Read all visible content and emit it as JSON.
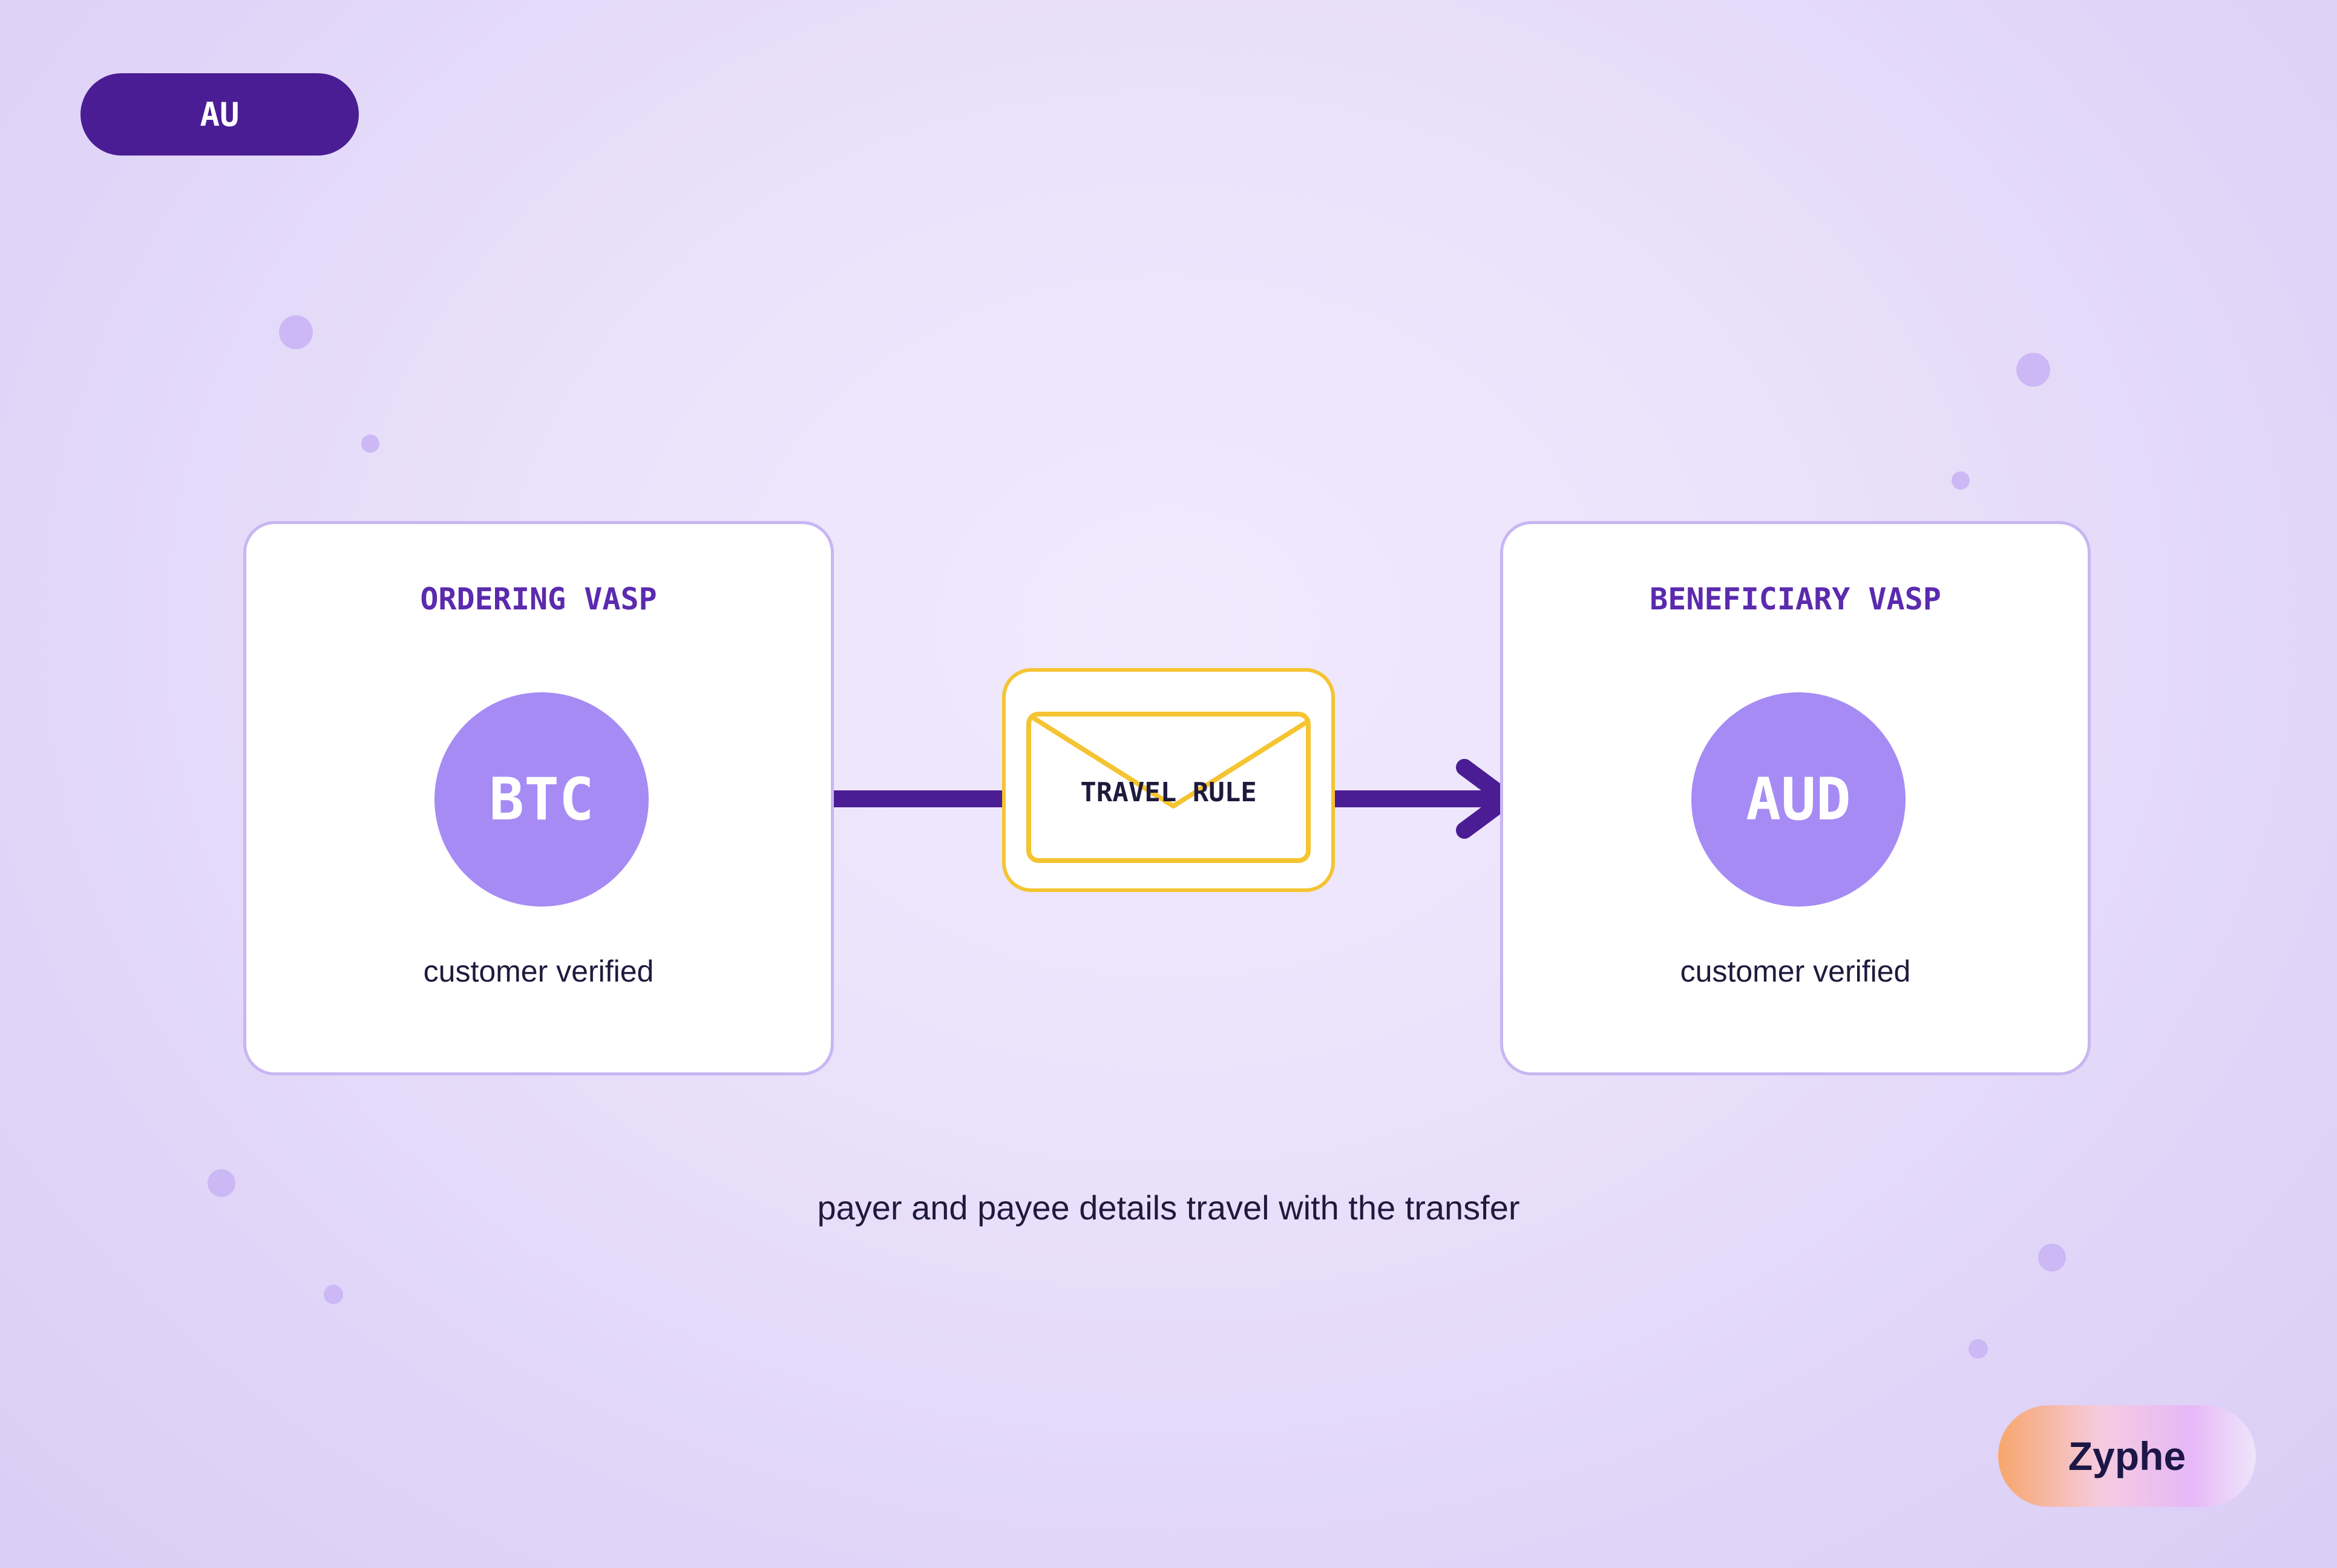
{
  "region_badge": "AU",
  "ordering": {
    "title": "ORDERING VASP",
    "currency": "BTC",
    "status": "customer verified"
  },
  "beneficiary": {
    "title": "BENEFICIARY VASP",
    "currency": "AUD",
    "status": "customer verified"
  },
  "message": {
    "label": "TRAVEL RULE",
    "icon": "envelope-icon"
  },
  "caption": "payer and payee details travel with the transfer",
  "brand": "Zyphe",
  "colors": {
    "accent": "#4b1d94",
    "title": "#5b2aae",
    "coin": "#a68bf5",
    "envelope": "#f5c431",
    "card_border": "#c8b6f2"
  }
}
